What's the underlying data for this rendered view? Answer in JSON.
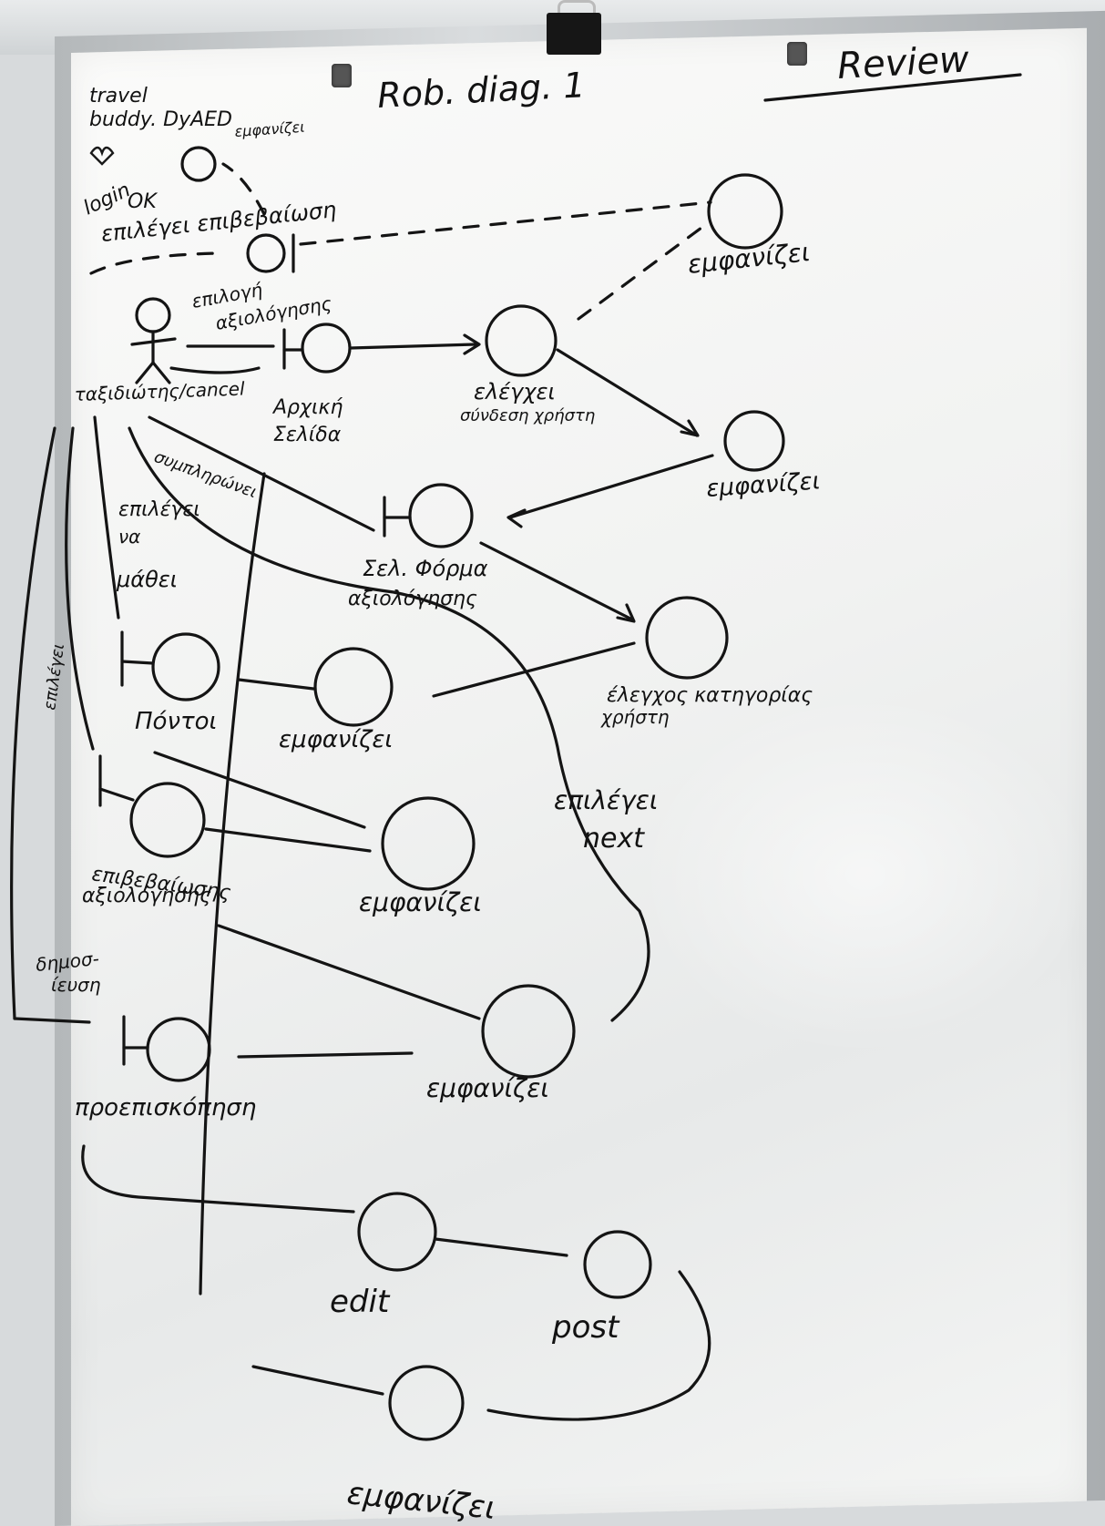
{
  "title": "Rob. diag. 1",
  "header_note": "Review",
  "corner_note": [
    "travel",
    "buddy. DyAED"
  ],
  "actor": {
    "label": "ταξιδιώτης/cancel"
  },
  "nodes": {
    "login_control": {
      "label": "login",
      "extra": "OK"
    },
    "top_control_label": "εμφανίζει",
    "select_control": {
      "label": "επιλέγει επιβεβαίωση"
    },
    "top_right_control": {
      "label": "εμφανίζει"
    },
    "accommodation_selection_label": [
      "επιλογή",
      "αξιολόγησης"
    ],
    "home_boundary": {
      "label": [
        "Αρχική",
        "Σελίδα"
      ]
    },
    "connection_check": {
      "label": [
        "ελέγχει",
        "σύνδεση χρήστη"
      ]
    },
    "right_display": {
      "label": "εμφανίζει"
    },
    "form_boundary": {
      "label": [
        "Σελ. Φόρμα",
        "αξιολόγησης"
      ]
    },
    "completes_label": "συμπληρώνει",
    "category_check": {
      "label": [
        "έλεγχος κατηγορίας",
        "χρήστη"
      ]
    },
    "selects_trip_label": [
      "επιλέγει",
      "να",
      "μάθει"
    ],
    "points_boundary": {
      "label": "Πόντοι"
    },
    "display_mid": {
      "label": "εμφανίζει"
    },
    "next_label": [
      "επιλέγει",
      "next"
    ],
    "confirm_boundary": {
      "label": [
        "επιβεβαίωσης",
        "αξιολόγησης"
      ]
    },
    "display_lower": {
      "label": "εμφανίζει"
    },
    "selects_side_label": "επιλέγει",
    "publish_label": [
      "δημοσ-",
      "ίευση"
    ],
    "preview_boundary": {
      "label": "προεπισκόπηση"
    },
    "display_preview": {
      "label": "εμφανίζει"
    },
    "edit_control": {
      "label": "edit"
    },
    "post_control": {
      "label": "post"
    },
    "bottom_display": {
      "label": "εμφανίζει"
    }
  },
  "colors": {
    "ink": "#141414",
    "board": "#f4f5f4",
    "frame": "#b4b8ba"
  }
}
